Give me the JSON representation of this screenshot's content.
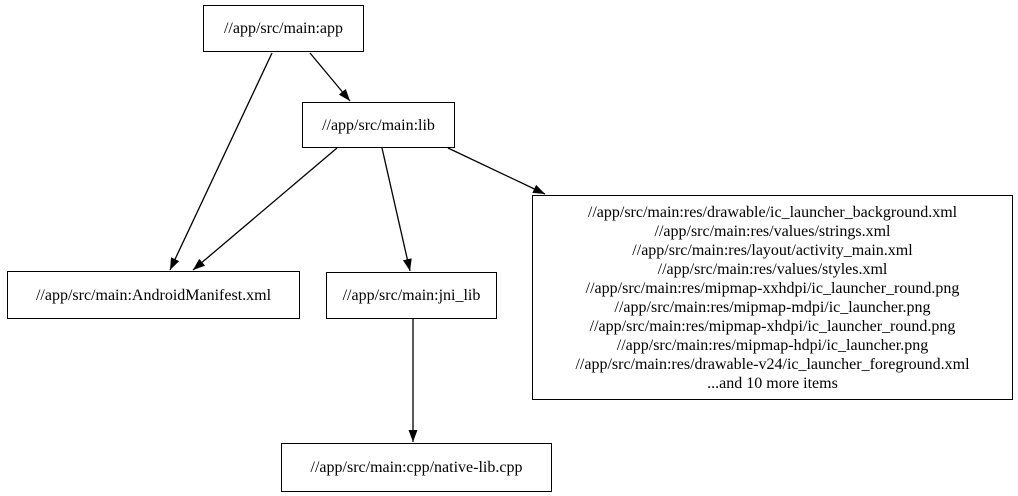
{
  "diagram": {
    "type": "dependency-graph",
    "colors": {
      "background": "#ffffff",
      "node_fill": "#ffffff",
      "node_border": "#000000",
      "edge": "#000000",
      "text": "#000000"
    }
  },
  "nodes": {
    "app": {
      "label": "//app/src/main:app"
    },
    "lib": {
      "label": "//app/src/main:lib"
    },
    "android_manifest": {
      "label": "//app/src/main:AndroidManifest.xml"
    },
    "jni_lib": {
      "label": "//app/src/main:jni_lib"
    },
    "res_group": {
      "lines": [
        "//app/src/main:res/drawable/ic_launcher_background.xml",
        "//app/src/main:res/values/strings.xml",
        "//app/src/main:res/layout/activity_main.xml",
        "//app/src/main:res/values/styles.xml",
        "//app/src/main:res/mipmap-xxhdpi/ic_launcher_round.png",
        "//app/src/main:res/mipmap-mdpi/ic_launcher.png",
        "//app/src/main:res/mipmap-xhdpi/ic_launcher_round.png",
        "//app/src/main:res/mipmap-hdpi/ic_launcher.png",
        "//app/src/main:res/drawable-v24/ic_launcher_foreground.xml",
        "...and 10 more items"
      ]
    },
    "native_lib_cpp": {
      "label": "//app/src/main:cpp/native-lib.cpp"
    }
  },
  "edges": [
    {
      "from": "app",
      "to": "lib"
    },
    {
      "from": "app",
      "to": "android_manifest"
    },
    {
      "from": "lib",
      "to": "android_manifest"
    },
    {
      "from": "lib",
      "to": "jni_lib"
    },
    {
      "from": "lib",
      "to": "res_group"
    },
    {
      "from": "jni_lib",
      "to": "native_lib_cpp"
    }
  ]
}
